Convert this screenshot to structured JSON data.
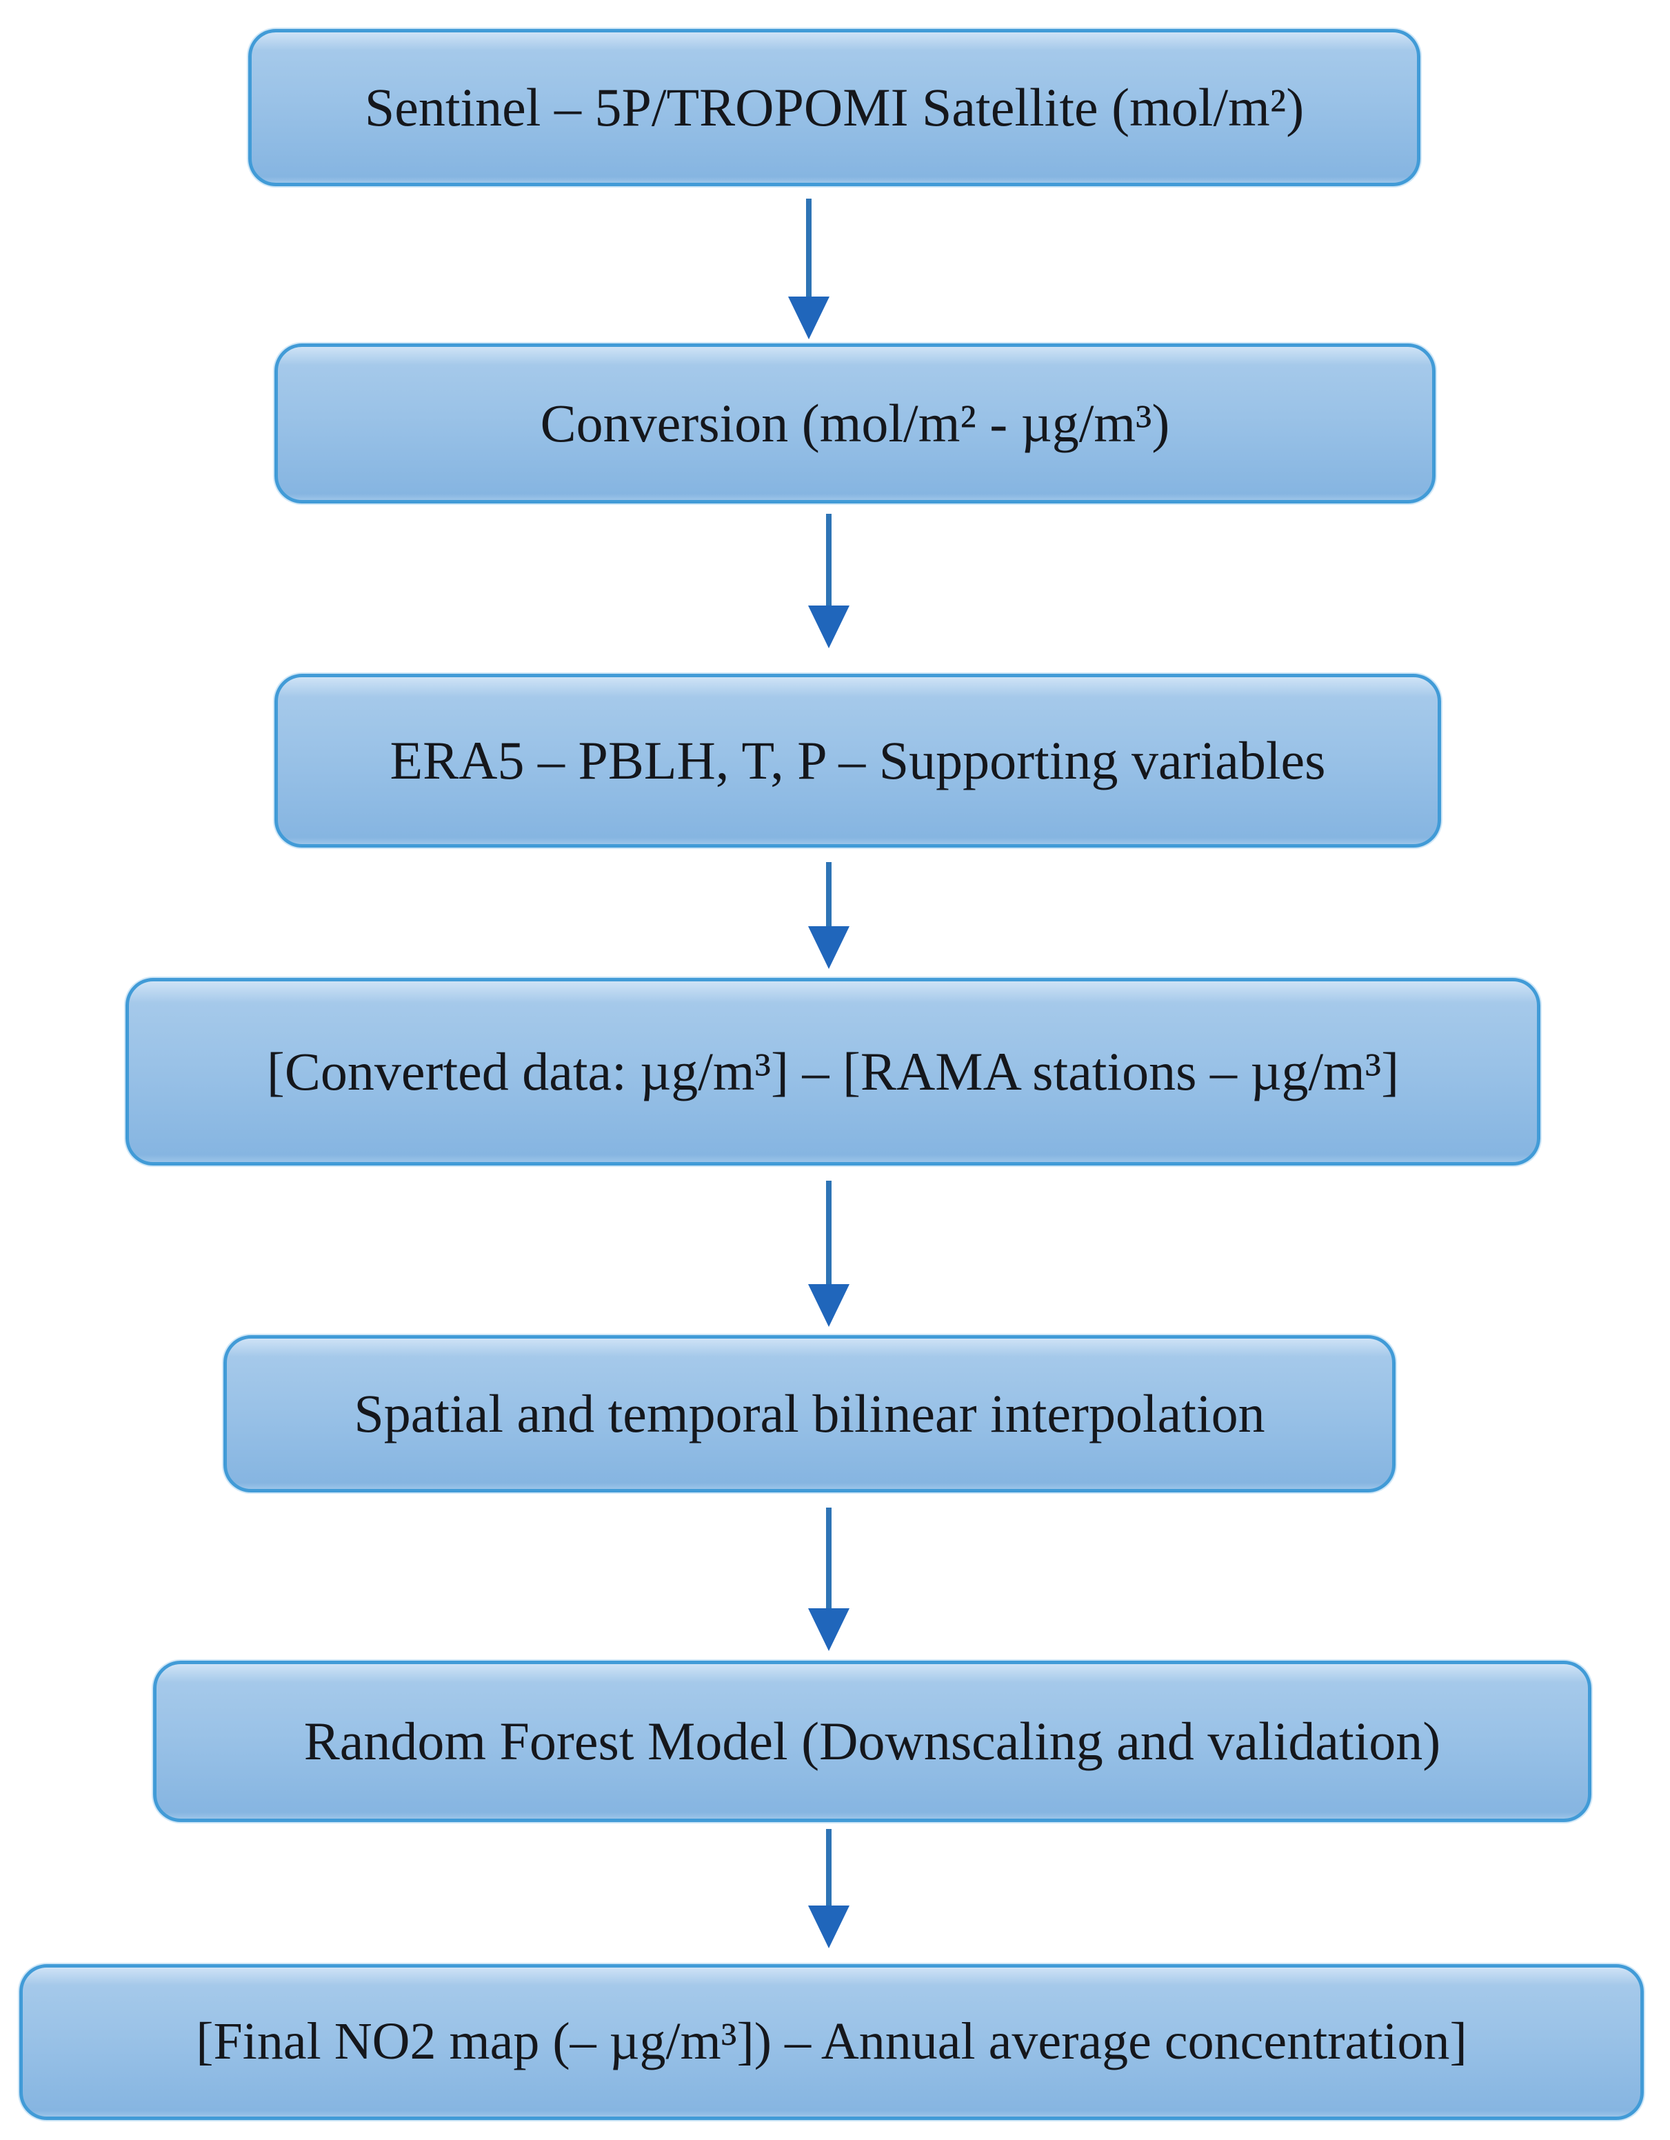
{
  "figure": {
    "type": "flowchart",
    "description": "Vertical flowchart of satellite NO2 data processing methodology, seven rounded blue boxes connected by downward arrows"
  },
  "colors": {
    "box_border": "#419bd7",
    "box_fill_top": "#cfe3f6",
    "box_fill_mid": "#a5c9ea",
    "box_fill_bottom": "#86b5e1",
    "arrow_line": "#2e74b5",
    "arrow_head": "#2066bb",
    "text": "#15171c",
    "background": "#ffffff"
  },
  "steps": [
    {
      "id": "sentinel",
      "label": "Sentinel – 5P/TROPOMI Satellite (mol/m²)"
    },
    {
      "id": "conversion",
      "label": "Conversion (mol/m² - µg/m³)"
    },
    {
      "id": "era5",
      "label": "ERA5 – PBLH, T, P – Supporting variables"
    },
    {
      "id": "converted-rama",
      "label": "[Converted data: µg/m³] – [RAMA stations – µg/m³]"
    },
    {
      "id": "interpolation",
      "label": "Spatial and temporal bilinear interpolation"
    },
    {
      "id": "random-forest",
      "label": "Random Forest Model (Downscaling and validation)"
    },
    {
      "id": "final-map",
      "label": "[Final NO2 map (– µg/m³]) – Annual average concentration]"
    }
  ],
  "connections": [
    {
      "from": "sentinel",
      "to": "conversion"
    },
    {
      "from": "conversion",
      "to": "era5"
    },
    {
      "from": "era5",
      "to": "converted-rama"
    },
    {
      "from": "converted-rama",
      "to": "interpolation"
    },
    {
      "from": "interpolation",
      "to": "random-forest"
    },
    {
      "from": "random-forest",
      "to": "final-map"
    }
  ]
}
